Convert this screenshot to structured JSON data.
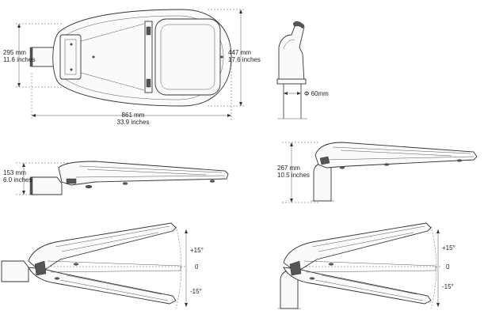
{
  "dimensions": {
    "top_view_height": {
      "mm": "295 mm",
      "inches": "11.6 inches"
    },
    "top_view_width": {
      "mm": "447 mm",
      "inches": "17.6 inches"
    },
    "top_view_length": {
      "mm": "861 mm",
      "inches": "33.9 inches"
    },
    "diameter": "Φ 60mm",
    "side_view_height": {
      "mm": "153 mm",
      "inches": "6.0 inches"
    },
    "pole_mount_height": {
      "mm": "267 mm",
      "inches": "10.5 inches"
    }
  },
  "tilt_angles": {
    "left": {
      "plus": "+15°",
      "zero": "0",
      "minus": "-15°"
    },
    "right": {
      "plus": "+15°",
      "zero": "0",
      "minus": "-15°"
    }
  }
}
